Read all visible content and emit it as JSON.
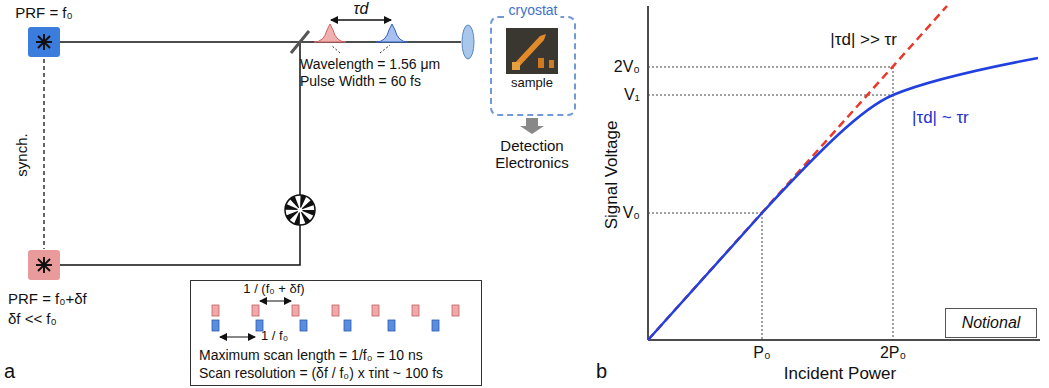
{
  "diagram": {
    "nodes": [
      {
        "text": [
          "cryostat"
        ]
      },
      {
        "text": [
          "sample"
        ],
        "in": 0
      },
      {
        "text": [
          "1 / (f₀ + δf)",
          "1 / f₀",
          "Maximum scan length = 1/f₀ = 10 ns",
          "Scan resolution = (δf / f₀) x τint ~ 100 fs"
        ]
      },
      {
        "text": [
          "Notional"
        ]
      }
    ],
    "labels": [
      "PRF = f₀",
      "synch.",
      "PRF = f₀+δf",
      "δf << f₀",
      "τd",
      "Wavelength = 1.56 μm",
      "Pulse Width = 60 fs",
      "Detection Electronics",
      "a",
      "Signal Voltage",
      "Incident Power",
      "2V₀",
      "V₁",
      "V₀",
      "P₀",
      "2P₀",
      "|τd| >> τr",
      "|τd| ~ τr",
      "b"
    ]
  }
}
